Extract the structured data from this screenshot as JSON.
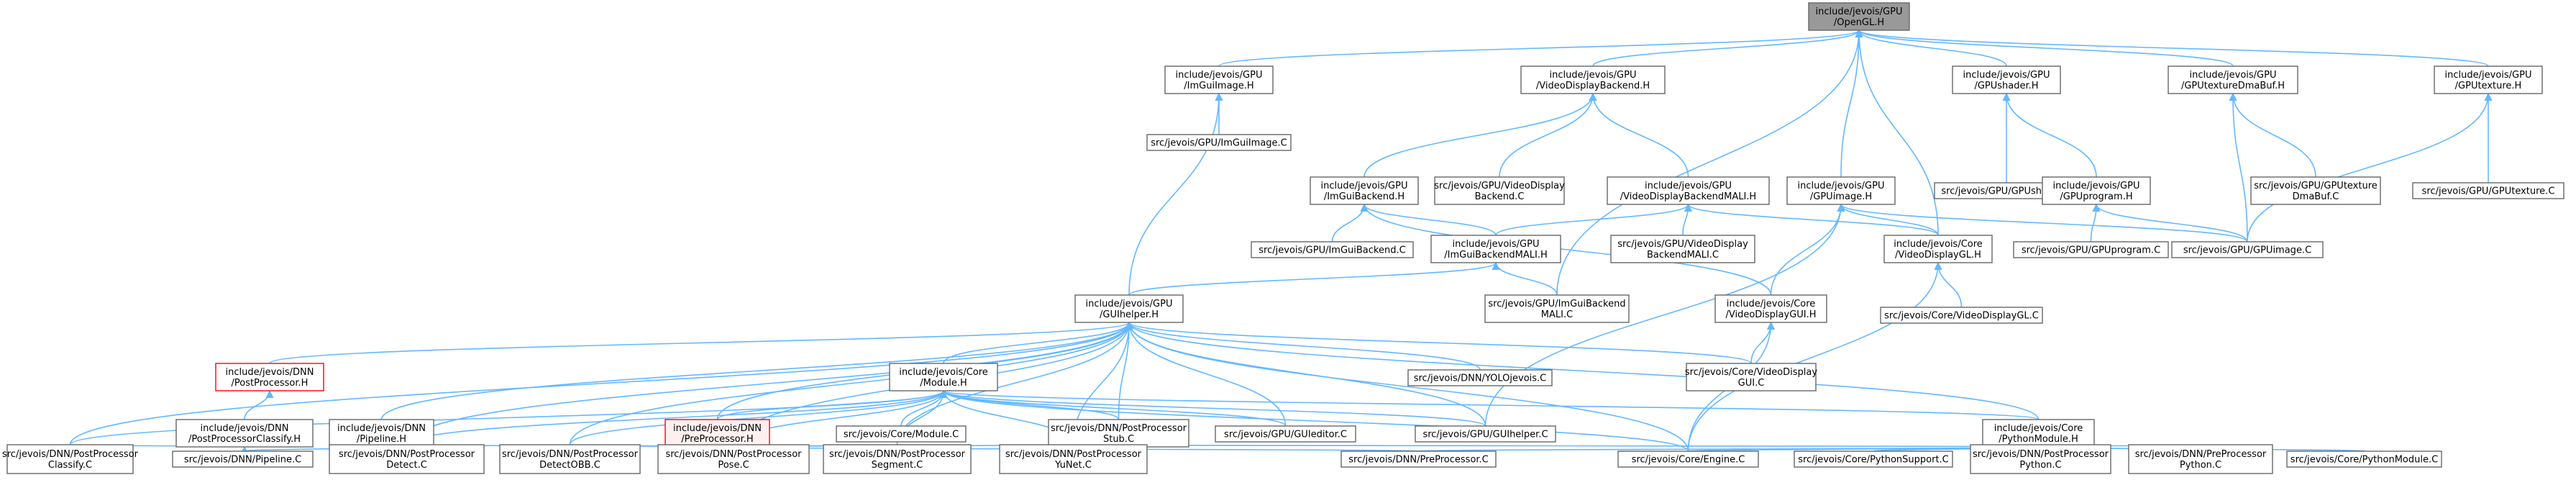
{
  "graph": {
    "nodes": [
      {
        "id": "opengl",
        "lines": [
          "include/jevois/GPU",
          "/OpenGL.H"
        ],
        "style": "root"
      },
      {
        "id": "imguiimage_h",
        "lines": [
          "include/jevois/GPU",
          "/ImGuiImage.H"
        ]
      },
      {
        "id": "vdb_h",
        "lines": [
          "include/jevois/GPU",
          "/VideoDisplayBackend.H"
        ]
      },
      {
        "id": "gpushader_h",
        "lines": [
          "include/jevois/GPU",
          "/GPUshader.H"
        ]
      },
      {
        "id": "gputexdma_h",
        "lines": [
          "include/jevois/GPU",
          "/GPUtextureDmaBuf.H"
        ]
      },
      {
        "id": "gputexture_h",
        "lines": [
          "include/jevois/GPU",
          "/GPUtexture.H"
        ]
      },
      {
        "id": "imguiimage_c",
        "lines": [
          "src/jevois/GPU/ImGuiImage.C"
        ]
      },
      {
        "id": "imguibackend_h",
        "lines": [
          "include/jevois/GPU",
          "/ImGuiBackend.H"
        ]
      },
      {
        "id": "vdb_c",
        "lines": [
          "src/jevois/GPU/VideoDisplay",
          "Backend.C"
        ]
      },
      {
        "id": "vdbmali_h",
        "lines": [
          "include/jevois/GPU",
          "/VideoDisplayBackendMALI.H"
        ]
      },
      {
        "id": "gpuimage_h",
        "lines": [
          "include/jevois/GPU",
          "/GPUimage.H"
        ]
      },
      {
        "id": "gpushader_c",
        "lines": [
          "src/jevois/GPU/GPUshader.C"
        ]
      },
      {
        "id": "gpuprogram_h",
        "lines": [
          "include/jevois/GPU",
          "/GPUprogram.H"
        ]
      },
      {
        "id": "gputexdma_c",
        "lines": [
          "src/jevois/GPU/GPUtexture",
          "DmaBuf.C"
        ]
      },
      {
        "id": "gputexture_c",
        "lines": [
          "src/jevois/GPU/GPUtexture.C"
        ]
      },
      {
        "id": "imguibackend_c",
        "lines": [
          "src/jevois/GPU/ImGuiBackend.C"
        ]
      },
      {
        "id": "imguibackendmali_h",
        "lines": [
          "include/jevois/GPU",
          "/ImGuiBackendMALI.H"
        ]
      },
      {
        "id": "vdbmali_c",
        "lines": [
          "src/jevois/GPU/VideoDisplay",
          "BackendMALI.C"
        ]
      },
      {
        "id": "vdgl_h",
        "lines": [
          "include/jevois/Core",
          "/VideoDisplayGL.H"
        ]
      },
      {
        "id": "gpuprogram_c",
        "lines": [
          "src/jevois/GPU/GPUprogram.C"
        ]
      },
      {
        "id": "gpuimage_c",
        "lines": [
          "src/jevois/GPU/GPUimage.C"
        ]
      },
      {
        "id": "vdgl_c",
        "lines": [
          "src/jevois/Core/VideoDisplayGL.C"
        ]
      },
      {
        "id": "guihelper_h",
        "lines": [
          "include/jevois/GPU",
          "/GUIhelper.H"
        ]
      },
      {
        "id": "imguibackendmali_c",
        "lines": [
          "src/jevois/GPU/ImGuiBackend",
          "MALI.C"
        ]
      },
      {
        "id": "vdgui_h",
        "lines": [
          "include/jevois/Core",
          "/VideoDisplayGUI.H"
        ]
      },
      {
        "id": "postprocessor_h",
        "lines": [
          "include/jevois/DNN",
          "/PostProcessor.H"
        ],
        "style": "redfill"
      },
      {
        "id": "module_h",
        "lines": [
          "include/jevois/Core",
          "/Module.H"
        ]
      },
      {
        "id": "yolojevois_c",
        "lines": [
          "src/jevois/DNN/YOLOjevois.C"
        ]
      },
      {
        "id": "vdgui_c",
        "lines": [
          "src/jevois/Core/VideoDisplay",
          "GUI.C"
        ]
      },
      {
        "id": "ppclassify_h",
        "lines": [
          "include/jevois/DNN",
          "/PostProcessorClassify.H"
        ]
      },
      {
        "id": "pipeline_h",
        "lines": [
          "include/jevois/DNN",
          "/Pipeline.H"
        ]
      },
      {
        "id": "preprocessor_h",
        "lines": [
          "include/jevois/DNN",
          "/PreProcessor.H"
        ],
        "style": "red"
      },
      {
        "id": "module_c",
        "lines": [
          "src/jevois/Core/Module.C"
        ]
      },
      {
        "id": "ppstub_c",
        "lines": [
          "src/jevois/DNN/PostProcessor",
          "Stub.C"
        ]
      },
      {
        "id": "guieditor_c",
        "lines": [
          "src/jevois/GPU/GUIeditor.C"
        ]
      },
      {
        "id": "guihelper_c",
        "lines": [
          "src/jevois/GPU/GUIhelper.C"
        ]
      },
      {
        "id": "pythonmodule_h",
        "lines": [
          "include/jevois/Core",
          "/PythonModule.H"
        ]
      },
      {
        "id": "ppclassify_c",
        "lines": [
          "src/jevois/DNN/PostProcessor",
          "Classify.C"
        ]
      },
      {
        "id": "pipeline_c",
        "lines": [
          "src/jevois/DNN/Pipeline.C"
        ]
      },
      {
        "id": "ppdetect_c",
        "lines": [
          "src/jevois/DNN/PostProcessor",
          "Detect.C"
        ]
      },
      {
        "id": "ppdetectobb_c",
        "lines": [
          "src/jevois/DNN/PostProcessor",
          "DetectOBB.C"
        ]
      },
      {
        "id": "pppose_c",
        "lines": [
          "src/jevois/DNN/PostProcessor",
          "Pose.C"
        ]
      },
      {
        "id": "ppsegment_c",
        "lines": [
          "src/jevois/DNN/PostProcessor",
          "Segment.C"
        ]
      },
      {
        "id": "ppyunet_c",
        "lines": [
          "src/jevois/DNN/PostProcessor",
          "YuNet.C"
        ]
      },
      {
        "id": "preprocessor_c",
        "lines": [
          "src/jevois/DNN/PreProcessor.C"
        ]
      },
      {
        "id": "engine_c",
        "lines": [
          "src/jevois/Core/Engine.C"
        ]
      },
      {
        "id": "pythonsupport_c",
        "lines": [
          "src/jevois/Core/PythonSupport.C"
        ]
      },
      {
        "id": "pppython_c",
        "lines": [
          "src/jevois/DNN/PostProcessor",
          "Python.C"
        ]
      },
      {
        "id": "prepython_c",
        "lines": [
          "src/jevois/DNN/PreProcessor",
          "Python.C"
        ]
      },
      {
        "id": "pythonmodule_c",
        "lines": [
          "src/jevois/Core/PythonModule.C"
        ]
      }
    ],
    "edges": [
      [
        "imguiimage_h",
        "opengl"
      ],
      [
        "vdb_h",
        "opengl"
      ],
      [
        "gpushader_h",
        "opengl"
      ],
      [
        "gputexdma_h",
        "opengl"
      ],
      [
        "gputexture_h",
        "opengl"
      ],
      [
        "gpuimage_h",
        "opengl"
      ],
      [
        "imguibackendmali_c",
        "opengl"
      ],
      [
        "vdgl_h",
        "opengl"
      ],
      [
        "imguiimage_c",
        "imguiimage_h"
      ],
      [
        "guihelper_h",
        "imguiimage_h"
      ],
      [
        "imguibackend_h",
        "vdb_h"
      ],
      [
        "vdb_c",
        "vdb_h"
      ],
      [
        "vdbmali_h",
        "vdb_h"
      ],
      [
        "gpushader_c",
        "gpushader_h"
      ],
      [
        "gpuprogram_h",
        "gpushader_h"
      ],
      [
        "gputexdma_c",
        "gputexdma_h"
      ],
      [
        "gpuimage_c",
        "gputexdma_h"
      ],
      [
        "gputexture_c",
        "gputexture_h"
      ],
      [
        "gpuimage_c",
        "gputexture_h"
      ],
      [
        "imguibackend_c",
        "imguibackend_h"
      ],
      [
        "imguibackendmali_h",
        "imguibackend_h"
      ],
      [
        "vdgui_h",
        "imguibackend_h"
      ],
      [
        "imguibackendmali_h",
        "vdbmali_h"
      ],
      [
        "vdbmali_c",
        "vdbmali_h"
      ],
      [
        "vdgl_h",
        "vdbmali_h"
      ],
      [
        "vdgui_h",
        "gpuimage_h"
      ],
      [
        "vdgl_h",
        "gpuimage_h"
      ],
      [
        "gpuimage_c",
        "gpuimage_h"
      ],
      [
        "guihelper_c",
        "gpuimage_h"
      ],
      [
        "gpuprogram_c",
        "gpuprogram_h"
      ],
      [
        "gpuimage_c",
        "gpuprogram_h"
      ],
      [
        "vdgl_c",
        "vdgl_h"
      ],
      [
        "engine_c",
        "vdgl_h"
      ],
      [
        "guihelper_h",
        "imguibackendmali_h"
      ],
      [
        "imguibackendmali_c",
        "imguibackendmali_h"
      ],
      [
        "vdgui_c",
        "vdgui_h"
      ],
      [
        "engine_c",
        "vdgui_h"
      ],
      [
        "postprocessor_h",
        "guihelper_h"
      ],
      [
        "module_h",
        "guihelper_h"
      ],
      [
        "yolojevois_c",
        "guihelper_h"
      ],
      [
        "vdgui_c",
        "guihelper_h"
      ],
      [
        "pipeline_h",
        "guihelper_h"
      ],
      [
        "ppclassify_c",
        "guihelper_h"
      ],
      [
        "ppdetect_c",
        "guihelper_h"
      ],
      [
        "ppdetectobb_c",
        "guihelper_h"
      ],
      [
        "pppose_c",
        "guihelper_h"
      ],
      [
        "ppsegment_c",
        "guihelper_h"
      ],
      [
        "ppyunet_c",
        "guihelper_h"
      ],
      [
        "ppstub_c",
        "guihelper_h"
      ],
      [
        "guieditor_c",
        "guihelper_h"
      ],
      [
        "guihelper_c",
        "guihelper_h"
      ],
      [
        "engine_c",
        "guihelper_h"
      ],
      [
        "pythonmodule_h",
        "guihelper_h"
      ],
      [
        "preprocessor_h",
        "guihelper_h"
      ],
      [
        "ppclassify_h",
        "postprocessor_h"
      ],
      [
        "ppclassify_c",
        "module_h"
      ],
      [
        "preprocessor_h",
        "module_h"
      ],
      [
        "module_c",
        "module_h"
      ],
      [
        "ppstub_c",
        "module_h"
      ],
      [
        "guieditor_c",
        "module_h"
      ],
      [
        "guihelper_c",
        "module_h"
      ],
      [
        "pythonmodule_h",
        "module_h"
      ],
      [
        "ppdetect_c",
        "module_h"
      ],
      [
        "ppdetectobb_c",
        "module_h"
      ],
      [
        "pppose_c",
        "module_h"
      ],
      [
        "ppsegment_c",
        "module_h"
      ],
      [
        "ppyunet_c",
        "module_h"
      ],
      [
        "engine_c",
        "module_h"
      ],
      [
        "ppclassify_c",
        "ppclassify_h"
      ],
      [
        "pipeline_c",
        "ppclassify_h"
      ],
      [
        "pipeline_c",
        "pipeline_h"
      ],
      [
        "ppdetect_c",
        "pipeline_h"
      ],
      [
        "ppdetect_c",
        "preprocessor_h"
      ],
      [
        "ppdetectobb_c",
        "preprocessor_h"
      ],
      [
        "pppose_c",
        "preprocessor_h"
      ],
      [
        "ppsegment_c",
        "preprocessor_h"
      ],
      [
        "ppyunet_c",
        "preprocessor_h"
      ],
      [
        "preprocessor_c",
        "preprocessor_h"
      ],
      [
        "engine_c",
        "pythonmodule_h"
      ],
      [
        "pythonsupport_c",
        "pythonmodule_h"
      ],
      [
        "pppython_c",
        "pythonmodule_h"
      ],
      [
        "prepython_c",
        "pythonmodule_h"
      ],
      [
        "pythonmodule_c",
        "pythonmodule_h"
      ],
      [
        "preprocessor_c",
        "pythonmodule_h"
      ],
      [
        "ppyunet_c",
        "pythonmodule_h"
      ]
    ]
  }
}
